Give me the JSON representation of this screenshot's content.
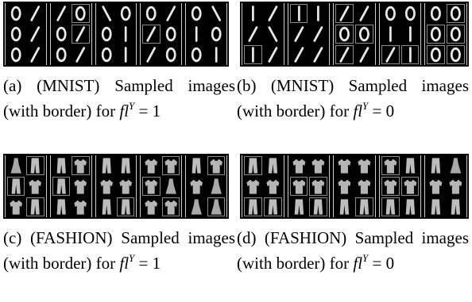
{
  "figure": {
    "subfigures": [
      {
        "id": "a",
        "dataset": "MNIST",
        "caption_text": "(a) (MNIST) Sampled images (with border) for",
        "eq_symbol": "fl",
        "eq_sup": "Y",
        "eq_rest": " = 1",
        "grid": [
          [
            "0",
            "/",
            "/",
            "0",
            "\\",
            "0",
            "0",
            "/",
            "0",
            "\\"
          ],
          [
            "0",
            "/",
            "0",
            "/",
            "0",
            "1",
            "/",
            "0",
            "1",
            "0"
          ],
          [
            "0",
            "/",
            "0",
            "/",
            "0",
            "1",
            "/",
            "0",
            "0",
            "1"
          ]
        ],
        "boxed": [
          [
            false,
            false,
            false,
            true,
            false,
            false,
            false,
            false,
            false,
            false
          ],
          [
            false,
            false,
            false,
            true,
            false,
            false,
            true,
            false,
            false,
            false
          ],
          [
            false,
            false,
            false,
            false,
            false,
            false,
            false,
            false,
            false,
            false
          ]
        ]
      },
      {
        "id": "b",
        "dataset": "MNIST",
        "caption_text": "(b) (MNIST) Sampled images (with border) for",
        "eq_symbol": "fl",
        "eq_sup": "Y",
        "eq_rest": " = 0",
        "grid": [
          [
            "1",
            "/",
            "1",
            "1",
            "/",
            "/",
            "0",
            "0",
            "0",
            "0"
          ],
          [
            "/",
            "\\",
            "/",
            "/",
            "0",
            "0",
            "1",
            "1",
            "0",
            "0"
          ],
          [
            "1",
            "/",
            "/",
            "/",
            "/",
            "/",
            "/",
            "1",
            "0",
            "0"
          ]
        ],
        "boxed": [
          [
            false,
            false,
            true,
            false,
            true,
            false,
            false,
            false,
            false,
            true
          ],
          [
            false,
            false,
            false,
            false,
            true,
            true,
            false,
            false,
            true,
            true
          ],
          [
            true,
            false,
            false,
            false,
            true,
            false,
            true,
            true,
            true,
            true
          ]
        ]
      },
      {
        "id": "c",
        "dataset": "FASHION",
        "caption_text": "(c) (FASHION) Sampled images (with border) for",
        "eq_symbol": "fl",
        "eq_sup": "Y",
        "eq_rest": " = 1",
        "grid": [
          [
            "dress",
            "pants",
            "pants",
            "shirt",
            "pants",
            "pants",
            "shirt",
            "shirt",
            "pants",
            "shirt"
          ],
          [
            "pants",
            "shirt",
            "pants",
            "shirt",
            "shirt",
            "shirt",
            "shirt",
            "dress",
            "shirt",
            "dress"
          ],
          [
            "shirt",
            "pants",
            "pants",
            "shirt",
            "pants",
            "pants",
            "shirt",
            "shirt",
            "dress",
            "dress"
          ]
        ],
        "boxed": [
          [
            false,
            true,
            false,
            true,
            false,
            false,
            false,
            true,
            false,
            true
          ],
          [
            true,
            false,
            true,
            false,
            false,
            false,
            true,
            false,
            false,
            false
          ],
          [
            false,
            true,
            false,
            false,
            false,
            true,
            false,
            true,
            false,
            true
          ]
        ]
      },
      {
        "id": "d",
        "dataset": "FASHION",
        "caption_text": "(d) (FASHION) Sampled images (with border) for",
        "eq_symbol": "fl",
        "eq_sup": "Y",
        "eq_rest": " = 0",
        "grid": [
          [
            "pants",
            "pants",
            "shirt",
            "shirt",
            "shirt",
            "shirt",
            "shirt",
            "pants",
            "pants",
            "dress"
          ],
          [
            "shirt",
            "shirt",
            "shirt",
            "shirt",
            "shirt",
            "shirt",
            "shirt",
            "shirt",
            "shirt",
            "shirt"
          ],
          [
            "pants",
            "pants",
            "pants",
            "pants",
            "pants",
            "pants",
            "pants",
            "pants",
            "pants",
            "pants"
          ]
        ],
        "boxed": [
          [
            true,
            false,
            false,
            false,
            false,
            false,
            true,
            false,
            false,
            false
          ],
          [
            false,
            false,
            true,
            true,
            false,
            false,
            true,
            true,
            false,
            false
          ],
          [
            true,
            true,
            false,
            true,
            false,
            true,
            true,
            false,
            false,
            false
          ]
        ]
      }
    ]
  },
  "colors": {
    "panel_background": "#000000",
    "group_border": "#cfcfcf",
    "cell_border": "#8c8c8c",
    "glyph": "#e8e8e8"
  }
}
